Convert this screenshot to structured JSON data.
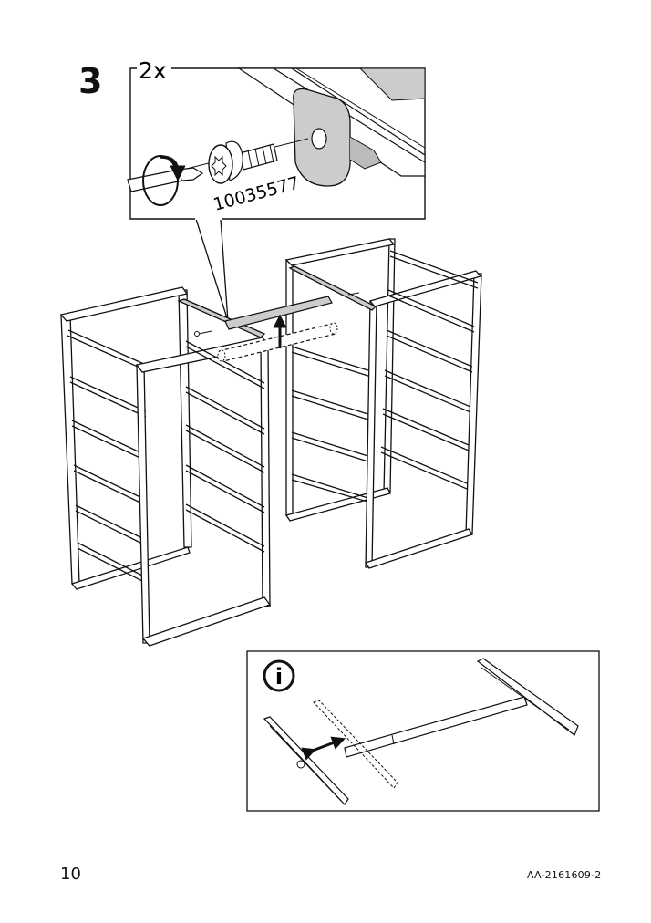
{
  "step": {
    "number": "3"
  },
  "detail": {
    "quantity": "2x",
    "part_number": "10035577"
  },
  "info": {
    "icon_glyph": "i"
  },
  "footer": {
    "page_number": "10",
    "document_code": "AA-2161609-2"
  }
}
